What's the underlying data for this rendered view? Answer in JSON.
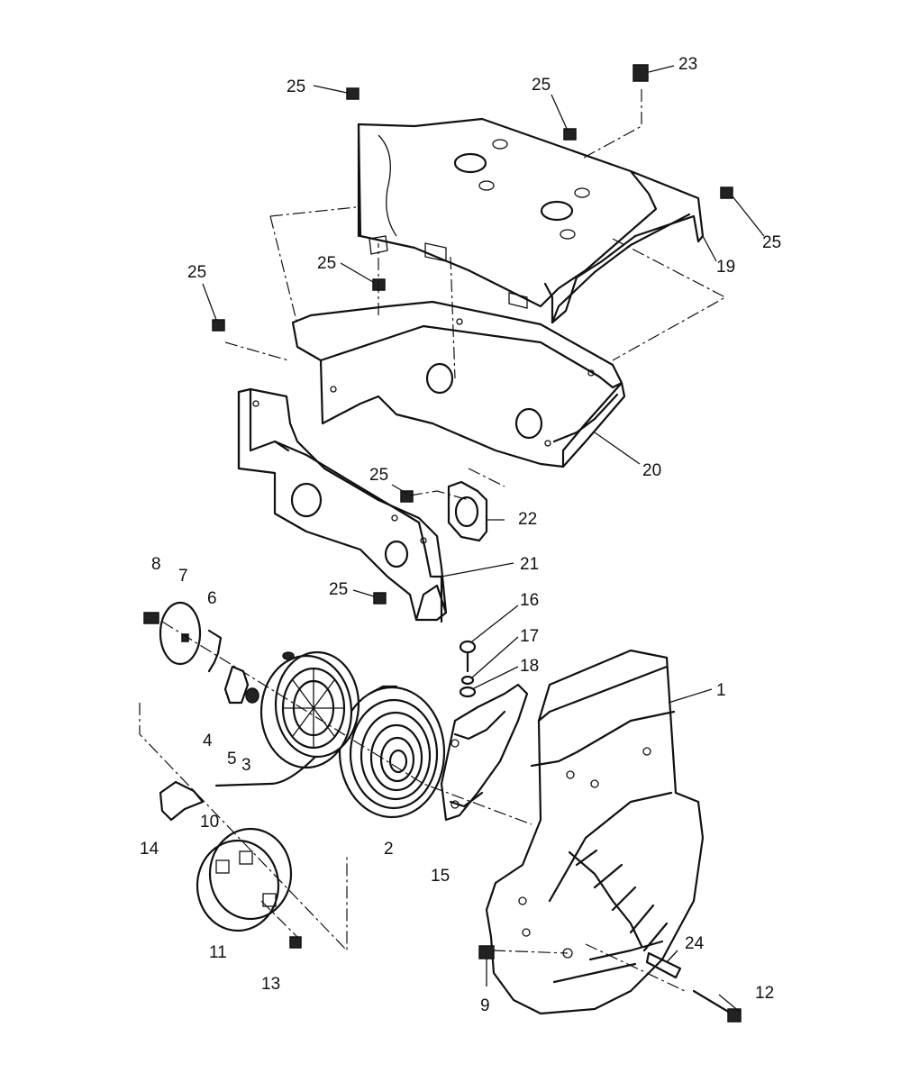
{
  "callouts": [
    "1",
    "2",
    "3",
    "4",
    "5",
    "6",
    "7",
    "8",
    "9",
    "10",
    "11",
    "12",
    "13",
    "14",
    "15",
    "16",
    "17",
    "18",
    "19",
    "20",
    "21",
    "22",
    "23",
    "24",
    "25"
  ],
  "labels": {
    "c1": "1",
    "c2": "2",
    "c3": "3",
    "c4": "4",
    "c5": "5",
    "c6": "6",
    "c7": "7",
    "c8": "8",
    "c9": "9",
    "c10": "10",
    "c11": "11",
    "c12": "12",
    "c13": "13",
    "c14": "14",
    "c15": "15",
    "c16": "16",
    "c17": "17",
    "c18": "18",
    "c19": "19",
    "c20": "20",
    "c21": "21",
    "c22": "22",
    "c23": "23",
    "c24": "24",
    "c25": "25"
  }
}
